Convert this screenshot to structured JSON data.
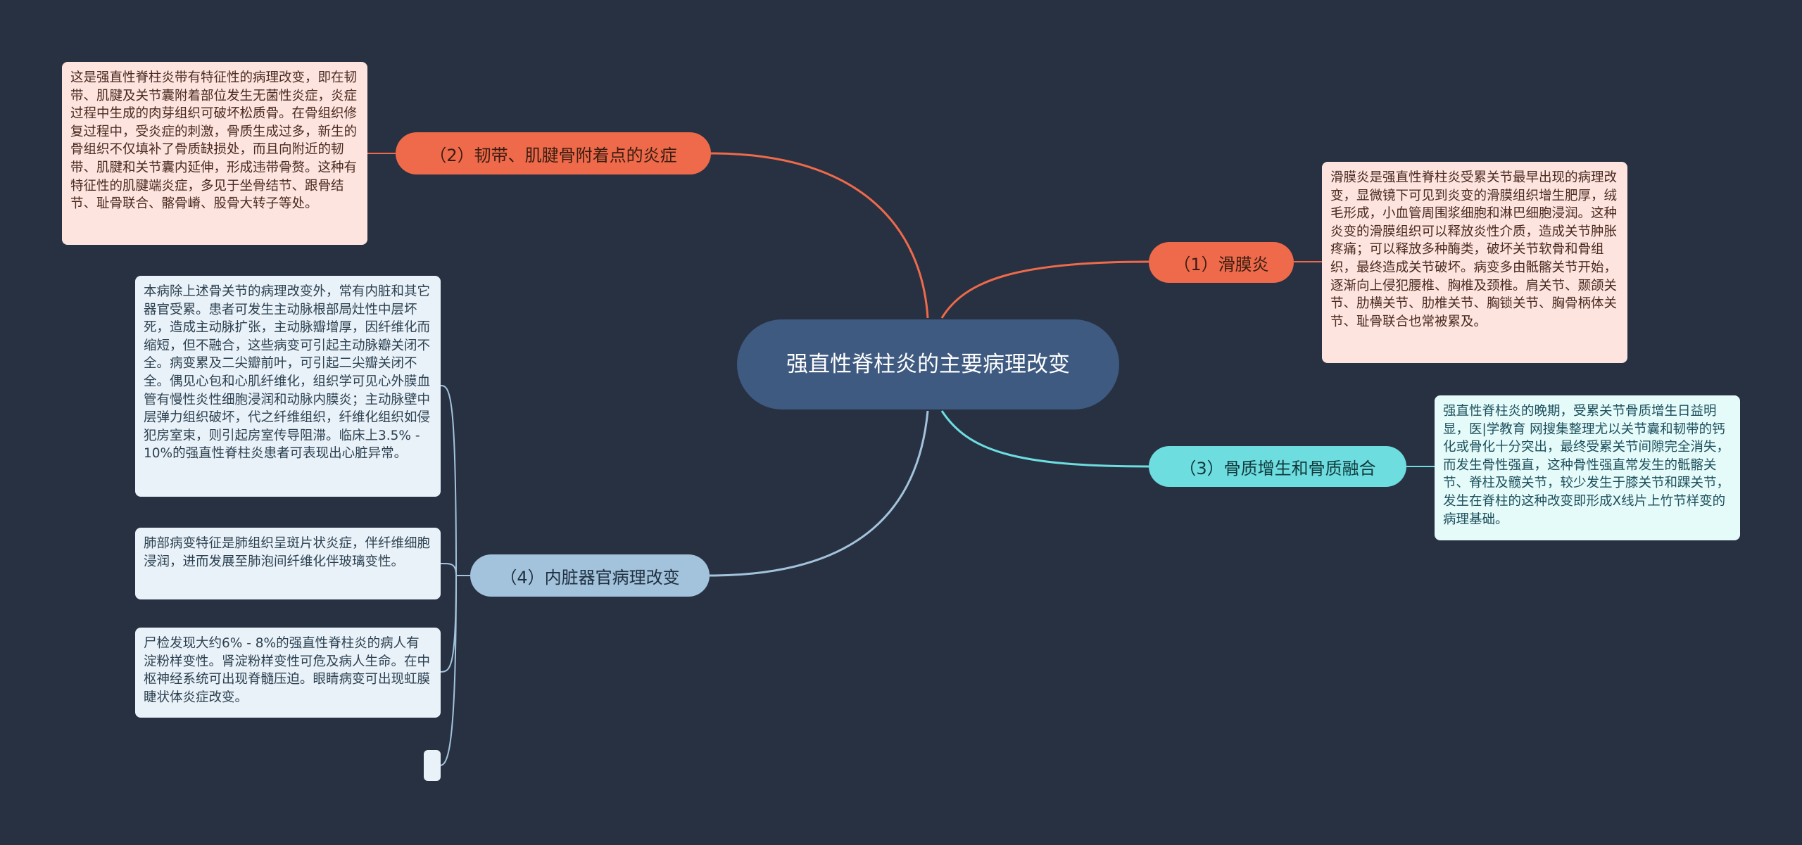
{
  "root": {
    "title": "强直性脊柱炎的主要病理改变"
  },
  "branches": [
    {
      "label": "（1）滑膜炎",
      "color": "#ef6a4a"
    },
    {
      "label": "（2）韧带、肌腱骨附着点的炎症",
      "color": "#ef6a4a"
    },
    {
      "label": "（3）骨质增生和骨质融合",
      "color": "#6ddde0"
    },
    {
      "label": "（4）内脏器官病理改变",
      "color": "#a3c3dc"
    }
  ],
  "notes": {
    "synovitis": "滑膜炎是强直性脊柱炎受累关节最早出现的病理改变，显微镜下可见到炎变的滑膜组织增生肥厚，绒毛形成，小血管周围浆细胞和淋巴细胞浸润。这种炎变的滑膜组织可以释放炎性介质，造成关节肿胀疼痛；可以释放多种酶类，破坏关节软骨和骨组织，最终造成关节破坏。病变多由骶髂关节开始，逐渐向上侵犯腰椎、胸椎及颈椎。肩关节、颞颌关节、肋横关节、肋椎关节、胸锁关节、胸骨柄体关节、耻骨联合也常被累及。",
    "enthesitis": "这是强直性脊柱炎带有特征性的病理改变，即在韧带、肌腱及关节囊附着部位发生无菌性炎症，炎症过程中生成的肉芽组织可破坏松质骨。在骨组织修复过程中，受炎症的刺激，骨质生成过多，新生的骨组织不仅填补了骨质缺损处，而且向附近的韧带、肌腱和关节囊内延伸，形成违带骨赘。这种有特征性的肌腱端炎症，多见于坐骨结节、跟骨结节、耻骨联合、髂骨嵴、股骨大转子等处。",
    "ossification": "强直性脊柱炎的晚期，受累关节骨质增生日益明显，医|学教育 网搜集整理尤以关节囊和韧带的钙化或骨化十分突出，最终受累关节间隙完全消失，而发生骨性强直，这种骨性强直常发生的骶髂关节、脊柱及髋关节，较少发生于膝关节和踝关节，发生在脊柱的这种改变即形成X线片上竹节样变的病理基础。",
    "visceral_heart": "本病除上述骨关节的病理改变外，常有内脏和其它器官受累。患者可发生主动脉根部局灶性中层坏死，造成主动脉扩张，主动脉瓣增厚，因纤维化而缩短，但不融合，这些病变可引起主动脉瓣关闭不全。病变累及二尖瓣前叶，可引起二尖瓣关闭不全。偶见心包和心肌纤维化，组织学可见心外膜血管有慢性炎性细胞浸润和动脉内膜炎；主动脉壁中层弹力组织破坏，代之纤维组织，纤维化组织如侵犯房室束，则引起房室传导阻滞。临床上3.5% - 10%的强直性脊柱炎患者可表现出心脏异常。",
    "visceral_lung": "肺部病变特征是肺组织呈斑片状炎症，伴纤维细胞浸润，进而发展至肺泡间纤维化伴玻璃变性。",
    "visceral_kidney": "尸检发现大约6% - 8%的强直性脊柱炎的病人有淀粉样变性。肾淀粉样变性可危及病人生命。在中枢神经系统可出现脊髓压迫。眼睛病变可出现虹膜睫状体炎症改变。"
  },
  "colors": {
    "background": "#283142",
    "root": "#3e5a80",
    "orange": "#ef6a4a",
    "cyan": "#6ddde0",
    "blue": "#a3c3dc"
  }
}
